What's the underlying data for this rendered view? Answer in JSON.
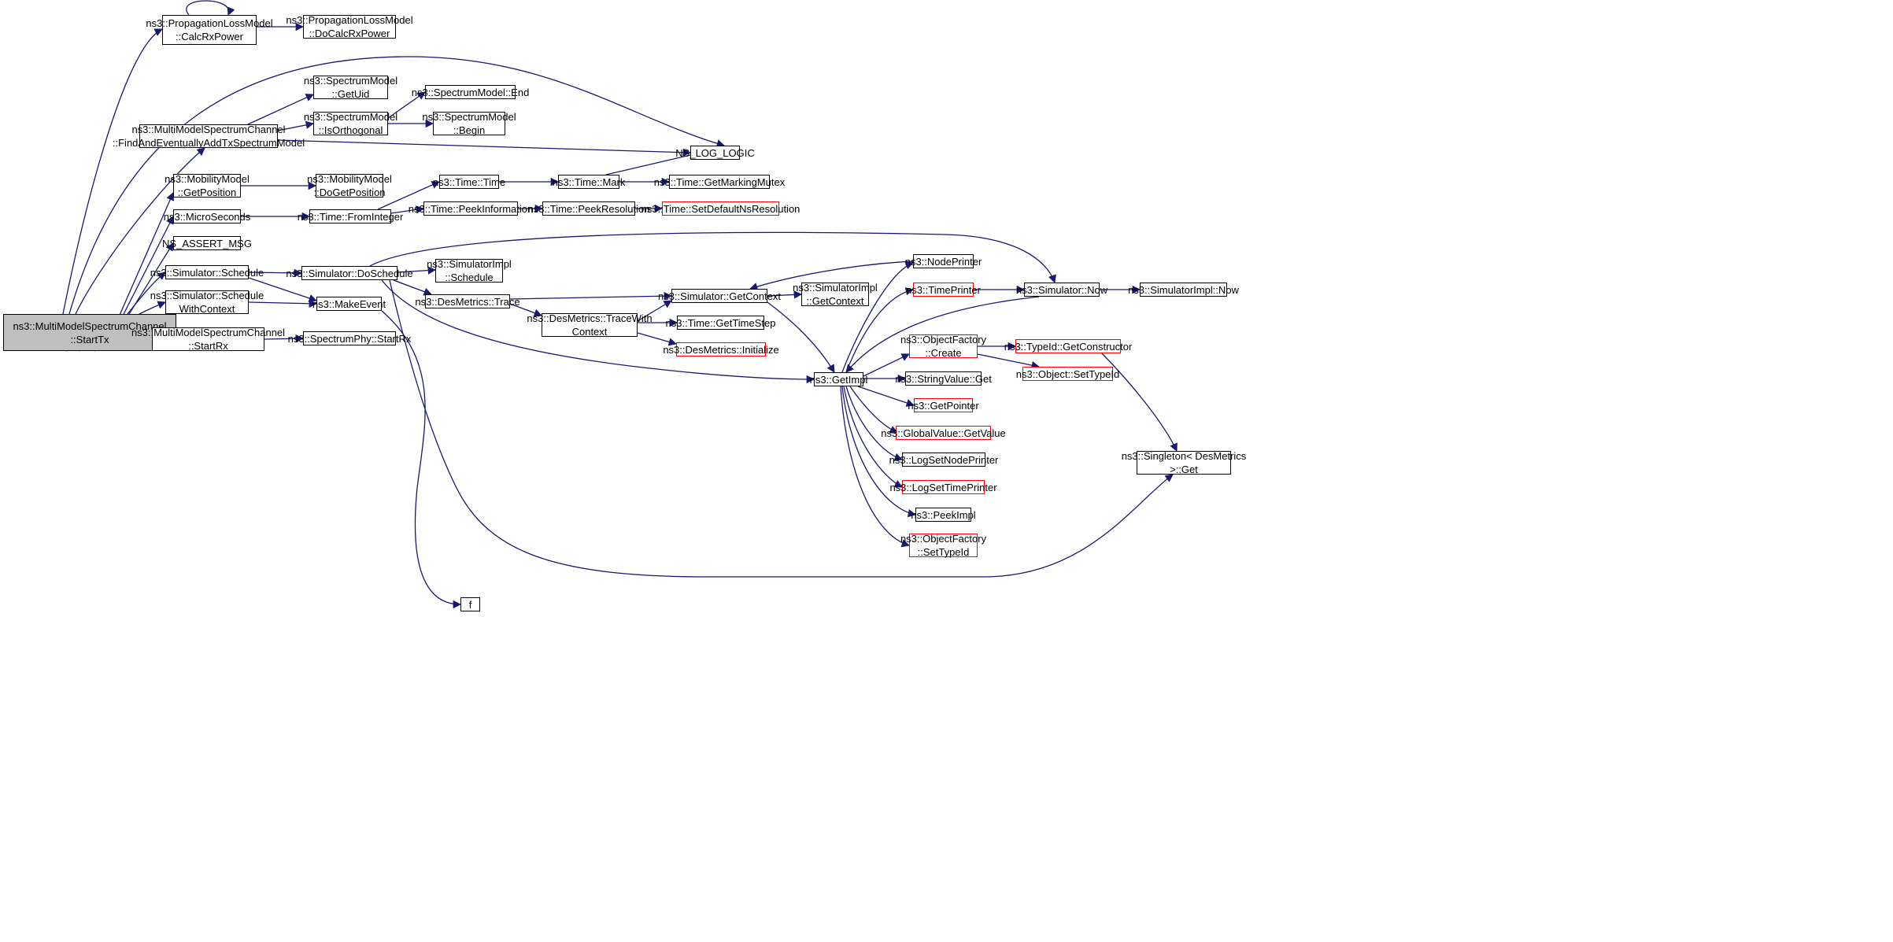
{
  "colors": {
    "edge": "#191970",
    "node_border": "#000000",
    "incomplete_border": "#ff0000",
    "root_fill": "#bfbfbf"
  },
  "nodes": {
    "start_tx": {
      "line1": "ns3::MultiModelSpectrumChannel",
      "line2": "::StartTx"
    },
    "calc_rx_power": {
      "line1": "ns3::PropagationLossModel",
      "line2": "::CalcRxPower"
    },
    "do_calc_rx_power": {
      "line1": "ns3::PropagationLossModel",
      "line2": "::DoCalcRxPower"
    },
    "get_uid": {
      "line1": "ns3::SpectrumModel",
      "line2": "::GetUid"
    },
    "sm_end": {
      "line1": "ns3::SpectrumModel::End"
    },
    "find_add": {
      "line1": "ns3::MultiModelSpectrumChannel",
      "line2": "::FindAndEventuallyAddTxSpectrumModel"
    },
    "is_orthogonal": {
      "line1": "ns3::SpectrumModel",
      "line2": "::IsOrthogonal"
    },
    "sm_begin": {
      "line1": "ns3::SpectrumModel",
      "line2": "::Begin"
    },
    "ns_log_logic": {
      "line1": "NS_LOG_LOGIC"
    },
    "get_position": {
      "line1": "ns3::MobilityModel",
      "line2": "::GetPosition"
    },
    "do_get_position": {
      "line1": "ns3::MobilityModel",
      "line2": "::DoGetPosition"
    },
    "time_time": {
      "line1": "ns3::Time::Time"
    },
    "time_mark": {
      "line1": "ns3::Time::Mark"
    },
    "get_marking_mutex": {
      "line1": "ns3::Time::GetMarkingMutex"
    },
    "micro_seconds": {
      "line1": "ns3::MicroSeconds"
    },
    "from_integer": {
      "line1": "ns3::Time::FromInteger"
    },
    "peek_information": {
      "line1": "ns3::Time::PeekInformation"
    },
    "peek_resolution": {
      "line1": "ns3::Time::PeekResolution"
    },
    "set_default_ns": {
      "line1": "ns3::Time::SetDefaultNsResolution"
    },
    "ns_assert_msg": {
      "line1": "NS_ASSERT_MSG"
    },
    "sim_schedule": {
      "line1": "ns3::Simulator::Schedule"
    },
    "do_schedule": {
      "line1": "ns3::Simulator::DoSchedule"
    },
    "simimpl_schedule": {
      "line1": "ns3::SimulatorImpl",
      "line2": "::Schedule"
    },
    "node_printer": {
      "line1": "ns3::NodePrinter"
    },
    "sched_with_ctx": {
      "line1": "ns3::Simulator::Schedule",
      "line2": "WithContext"
    },
    "make_event": {
      "line1": "ns3::MakeEvent"
    },
    "des_trace": {
      "line1": "ns3::DesMetrics::Trace"
    },
    "get_context": {
      "line1": "ns3::Simulator::GetContext"
    },
    "simimpl_getctx": {
      "line1": "ns3::SimulatorImpl",
      "line2": "::GetContext"
    },
    "time_printer": {
      "line1": "ns3::TimePrinter"
    },
    "sim_now": {
      "line1": "ns3::Simulator::Now"
    },
    "simimpl_now": {
      "line1": "ns3::SimulatorImpl::Now"
    },
    "trace_with_ctx": {
      "line1": "ns3::DesMetrics::TraceWith",
      "line2": "Context"
    },
    "get_time_step": {
      "line1": "ns3::Time::GetTimeStep"
    },
    "des_initialize": {
      "line1": "ns3::DesMetrics::Initialize"
    },
    "start_rx": {
      "line1": "ns3::MultiModelSpectrumChannel",
      "line2": "::StartRx"
    },
    "phy_start_rx": {
      "line1": "ns3::SpectrumPhy::StartRx"
    },
    "of_create": {
      "line1": "ns3::ObjectFactory",
      "line2": "::Create"
    },
    "get_constructor": {
      "line1": "ns3::TypeId::GetConstructor"
    },
    "set_type_id": {
      "line1": "ns3::Object::SetTypeId"
    },
    "get_impl": {
      "line1": "ns3::GetImpl"
    },
    "string_value_get": {
      "line1": "ns3::StringValue::Get"
    },
    "get_pointer": {
      "line1": "ns3::GetPointer"
    },
    "global_get_value": {
      "line1": "ns3::GlobalValue::GetValue"
    },
    "singleton_get": {
      "line1": "ns3::Singleton< DesMetrics",
      "line2": " >::Get"
    },
    "log_set_node": {
      "line1": "ns3::LogSetNodePrinter"
    },
    "log_set_time": {
      "line1": "ns3::LogSetTimePrinter"
    },
    "peek_impl": {
      "line1": "ns3::PeekImpl"
    },
    "of_set_type_id": {
      "line1": "ns3::ObjectFactory",
      "line2": "::SetTypeId"
    },
    "f": {
      "line1": "f"
    }
  }
}
